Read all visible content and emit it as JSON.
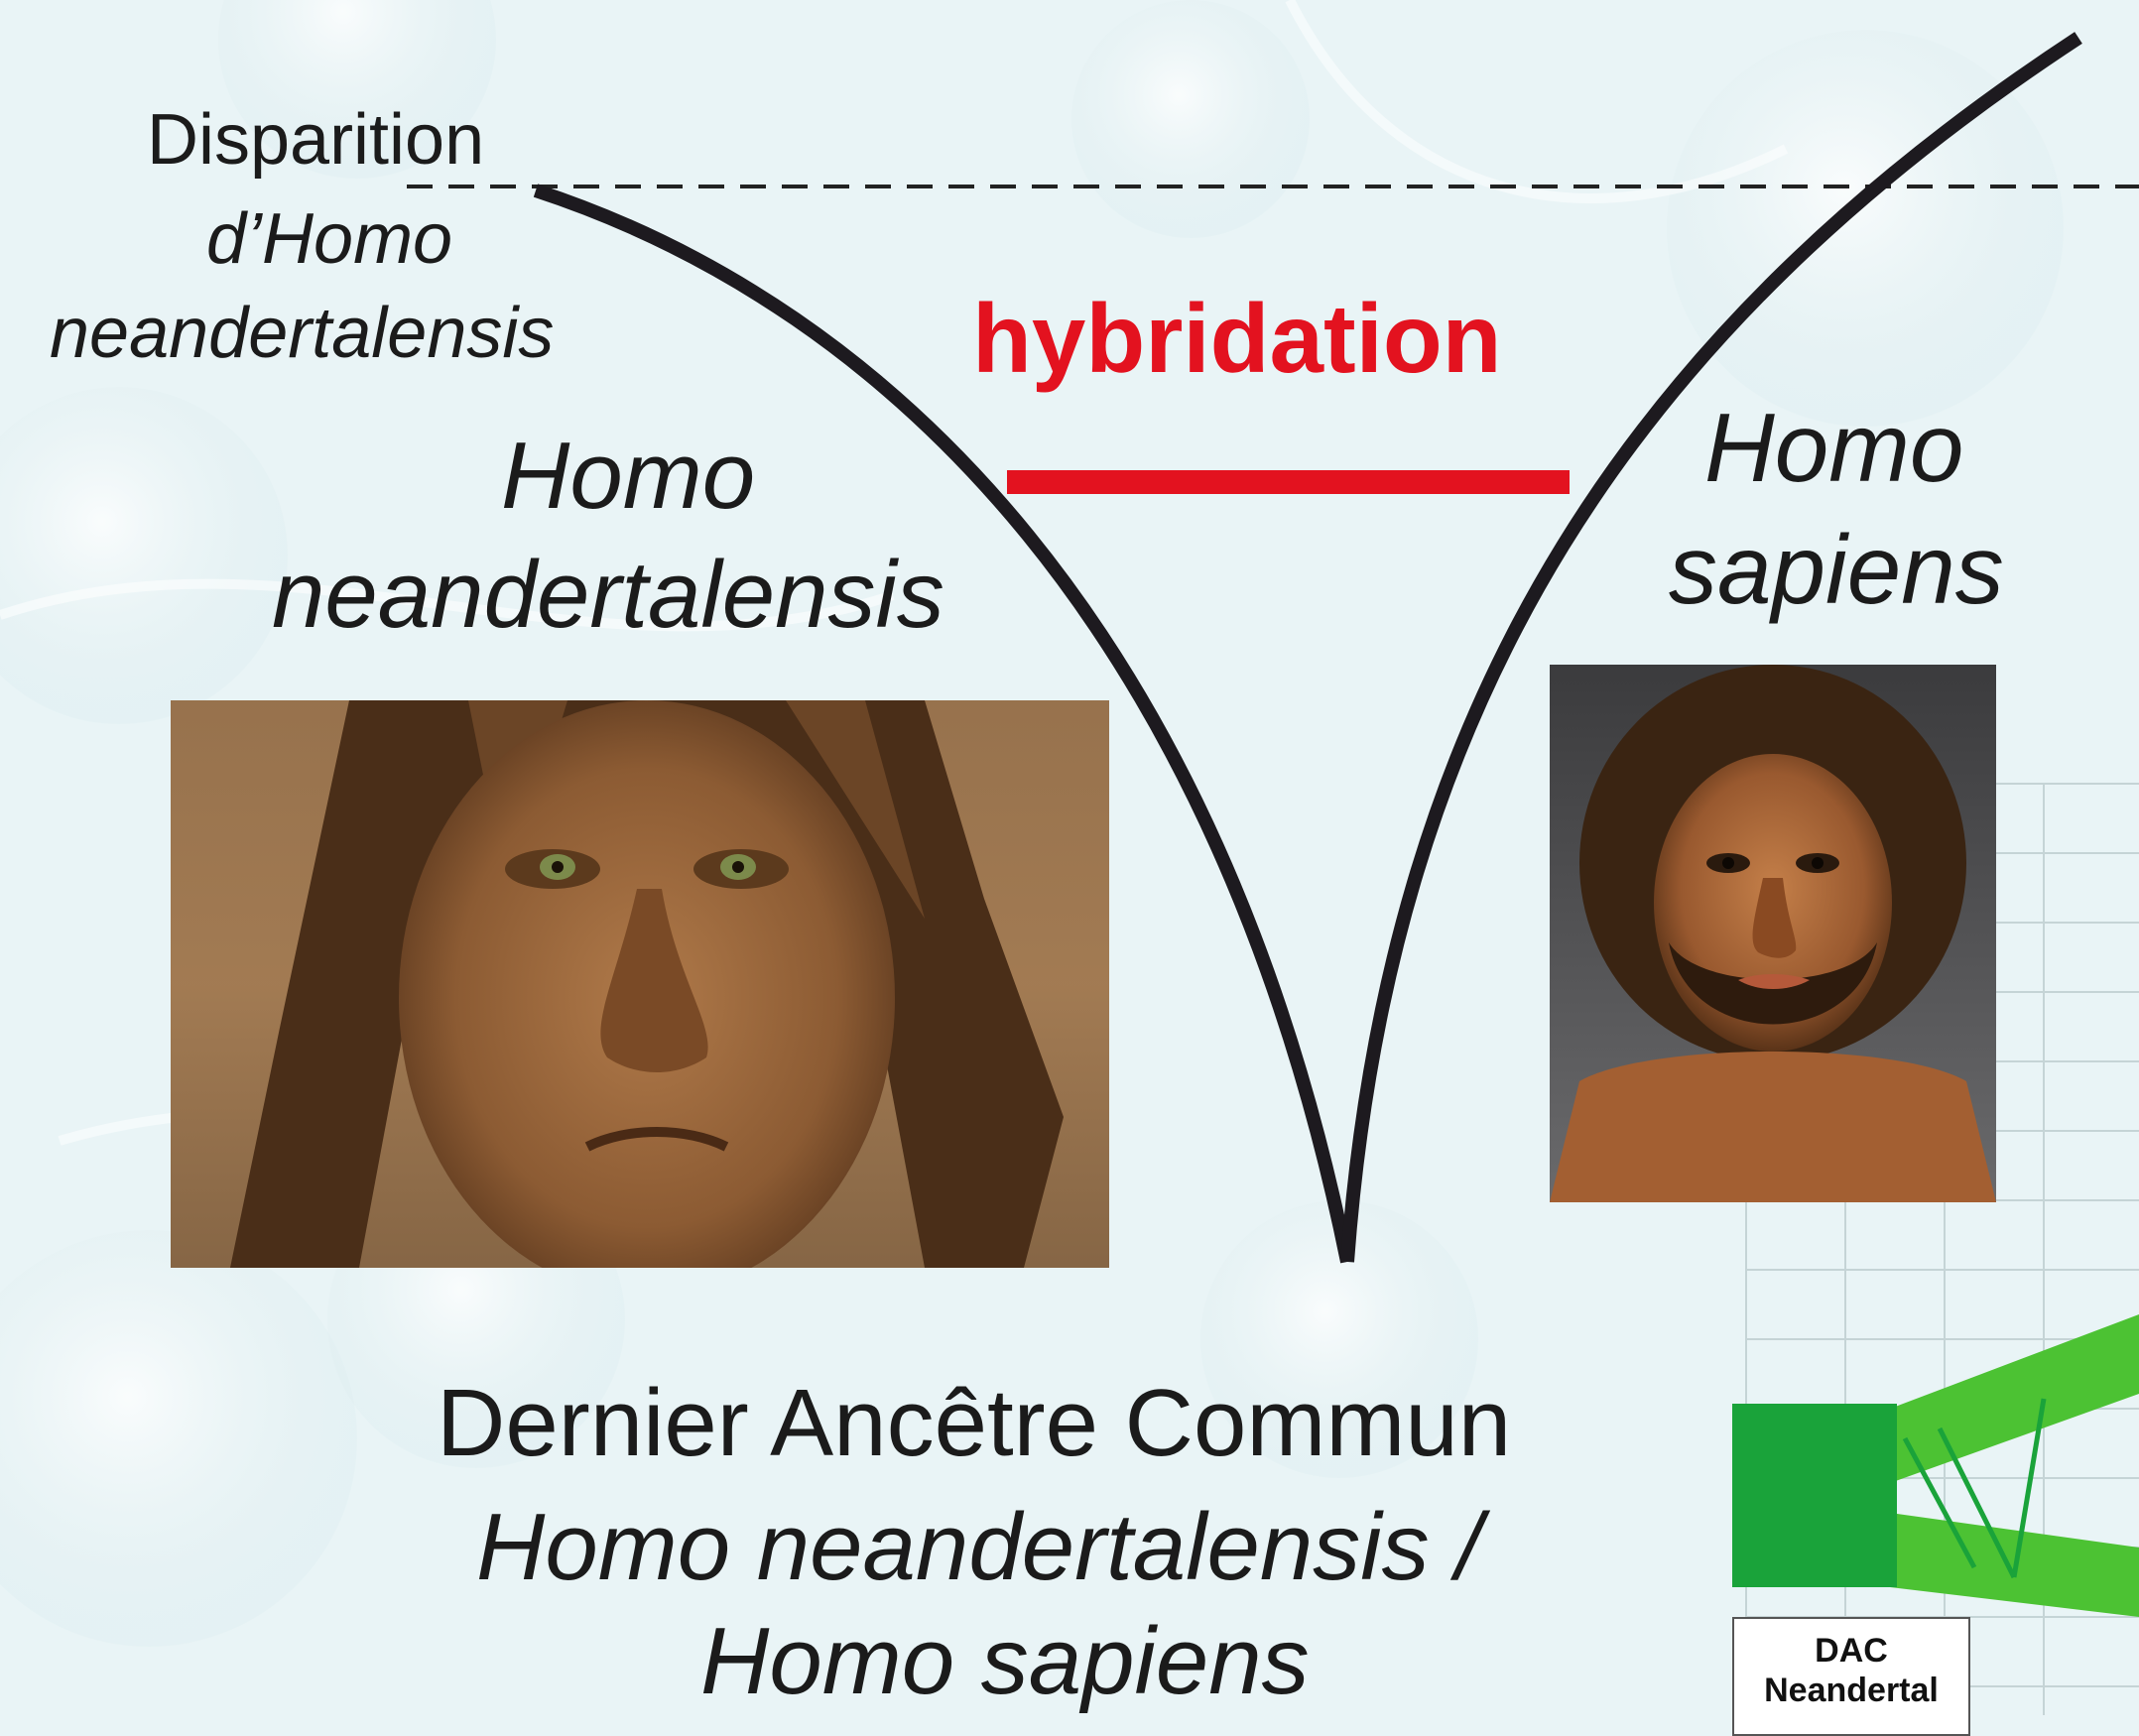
{
  "labels": {
    "disappearance": [
      "Disparition",
      "d’Homo",
      "neandertalensis"
    ],
    "hybridation": "hybridation",
    "neanderthal": [
      "Homo",
      "neandertalensis"
    ],
    "sapiens": [
      "Homo",
      "sapiens"
    ],
    "common_ancestor": [
      "Dernier Ancêtre Commun",
      "Homo neandertalensis /",
      "Homo sapiens"
    ],
    "legend_box": [
      "DAC",
      "Neandertal"
    ]
  },
  "images": {
    "neanderthal_portrait": "neanderthal-reconstruction-face",
    "sapiens_portrait": "homo-sapiens-reconstruction-face"
  },
  "colors": {
    "branch": "#1d1a1f",
    "hybridation": "#e3121f",
    "legend_green": "#1aa33a",
    "light_green": "#4cc233"
  }
}
